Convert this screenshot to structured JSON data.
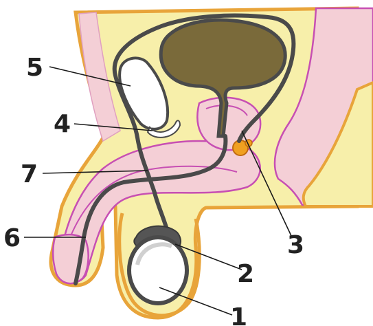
{
  "callouts": [
    {
      "id": "1",
      "label": "1"
    },
    {
      "id": "2",
      "label": "2"
    },
    {
      "id": "3",
      "label": "3"
    },
    {
      "id": "4",
      "label": "4"
    },
    {
      "id": "5",
      "label": "5"
    },
    {
      "id": "6",
      "label": "6"
    },
    {
      "id": "7",
      "label": "7"
    }
  ],
  "colors": {
    "background": "#ffffff",
    "body_fill": "#f7efaa",
    "body_outline": "#e8a43a",
    "tissue_pink": "#f4cfd6",
    "tissue_outline": "#c74fb3",
    "duct": "#4a4a4a",
    "bladder": "#7a6a3a",
    "testis": "#ffffff",
    "gland": "#f0a020"
  }
}
